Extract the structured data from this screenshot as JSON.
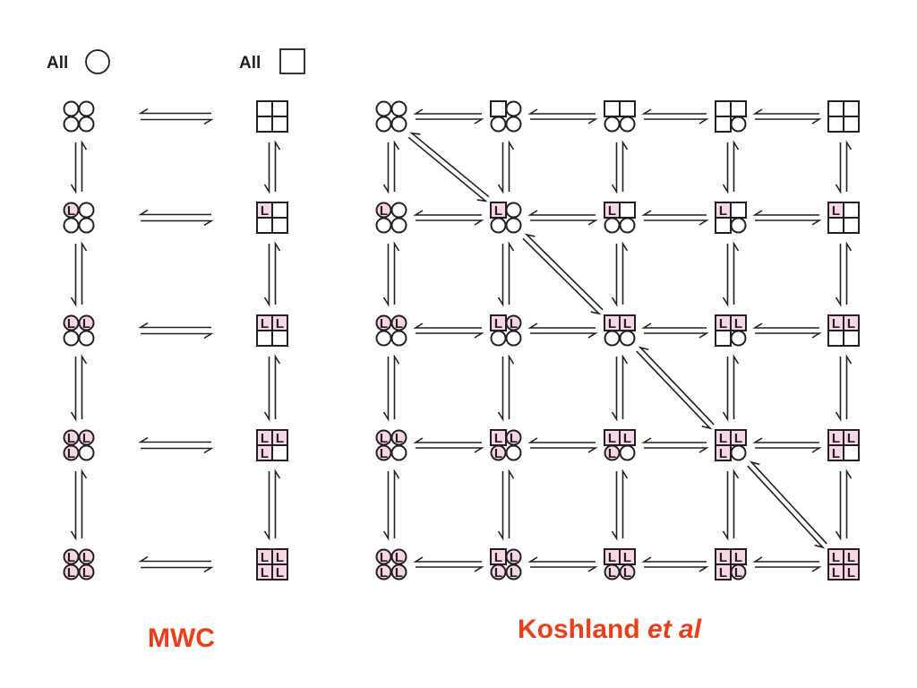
{
  "headers": {
    "all_circle": "All",
    "all_square": "All"
  },
  "ligand_label": "L",
  "colors": {
    "stroke": "#231f20",
    "bound_fill": "#f6d6e7",
    "unbound_fill": "#ffffff",
    "caption": "#e8401c"
  },
  "mwc": {
    "caption": "MWC",
    "ligands_per_row": [
      0,
      1,
      2,
      3,
      4
    ],
    "left_state": "circle",
    "right_state": "square"
  },
  "koshland": {
    "caption_main": "Koshland ",
    "caption_italic": "et al",
    "ligands_per_row": [
      0,
      1,
      2,
      3,
      4
    ],
    "squares_per_column": [
      0,
      1,
      2,
      3,
      4
    ],
    "diagonal_links": [
      [
        0,
        0
      ],
      [
        1,
        1
      ],
      [
        2,
        2
      ],
      [
        3,
        3
      ]
    ]
  }
}
